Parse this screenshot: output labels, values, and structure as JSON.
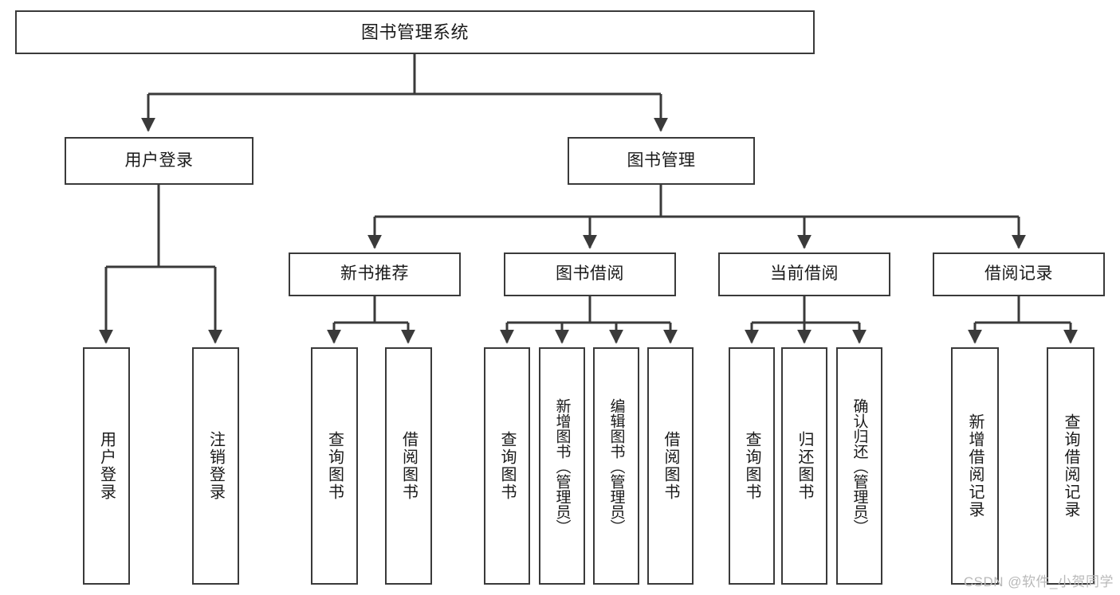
{
  "diagram": {
    "type": "tree-hierarchy",
    "title": "图书管理系统",
    "watermark": "CSDN @软件_小贺同学",
    "colors": {
      "stroke": "#3a3a3a",
      "fill": "#ffffff",
      "text": "#1a1a1a",
      "watermark": "#b9b9b9"
    },
    "nodes": {
      "root": {
        "label": "图书管理系统"
      },
      "level2": [
        {
          "id": "user-login",
          "label": "用户登录"
        },
        {
          "id": "book-manage",
          "label": "图书管理"
        }
      ],
      "level3": [
        {
          "id": "new-book-recommend",
          "label": "新书推荐"
        },
        {
          "id": "book-borrow",
          "label": "图书借阅"
        },
        {
          "id": "current-borrow",
          "label": "当前借阅"
        },
        {
          "id": "borrow-record",
          "label": "借阅记录"
        }
      ],
      "leaves": {
        "user-login": [
          {
            "id": "leaf-user-login",
            "label": "用户登录"
          },
          {
            "id": "leaf-logout-login",
            "label": "注销登录"
          }
        ],
        "new-book-recommend": [
          {
            "id": "leaf-query-book-1",
            "label": "查询图书"
          },
          {
            "id": "leaf-borrow-book-1",
            "label": "借阅图书"
          }
        ],
        "book-borrow": [
          {
            "id": "leaf-query-book-2",
            "label": "查询图书"
          },
          {
            "id": "leaf-add-book",
            "label": "新增图书（管理员）"
          },
          {
            "id": "leaf-edit-book",
            "label": "编辑图书（管理员）"
          },
          {
            "id": "leaf-borrow-book-2",
            "label": "借阅图书"
          }
        ],
        "current-borrow": [
          {
            "id": "leaf-query-book-3",
            "label": "查询图书"
          },
          {
            "id": "leaf-return-book",
            "label": "归还图书"
          },
          {
            "id": "leaf-confirm-return",
            "label": "确认归还（管理员）"
          }
        ],
        "borrow-record": [
          {
            "id": "leaf-add-record",
            "label": "新增借阅记录"
          },
          {
            "id": "leaf-query-record",
            "label": "查询借阅记录"
          }
        ]
      }
    }
  }
}
